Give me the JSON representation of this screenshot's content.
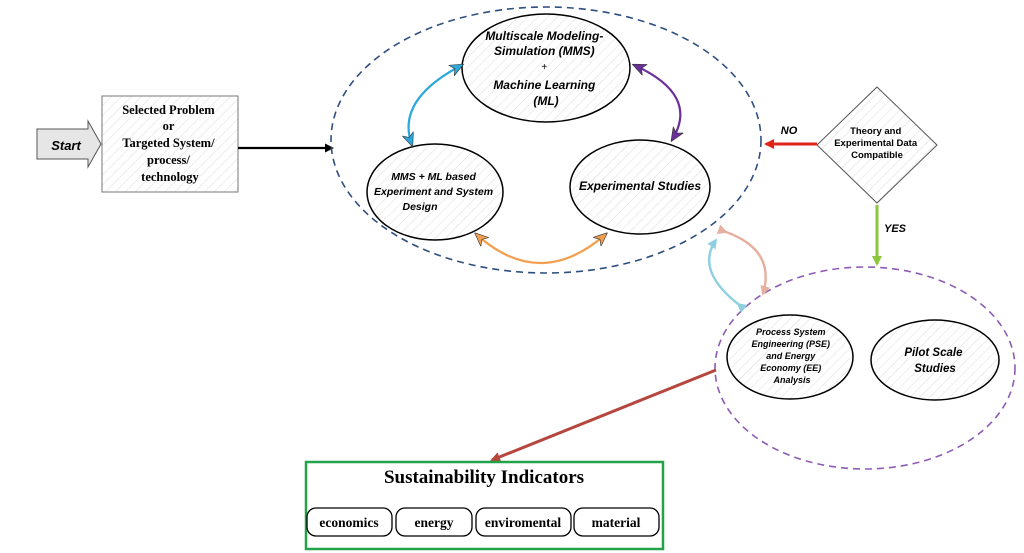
{
  "start": {
    "label": "Start"
  },
  "problem_box": {
    "lines": [
      "Selected Problem",
      "or",
      "Targeted System/",
      "process/",
      "technology"
    ]
  },
  "mms_node": {
    "lines": [
      "Multiscale Modeling-",
      "Simulation (MMS)",
      "+",
      "Machine Learning",
      "(ML)"
    ]
  },
  "design_node": {
    "lines": [
      "MMS + ML based",
      "Experiment and System",
      "Design"
    ]
  },
  "experimental_node": {
    "label": "Experimental Studies"
  },
  "decision": {
    "lines": [
      "Theory and",
      "Experimental Data",
      "Compatible"
    ],
    "no_label": "NO",
    "yes_label": "YES"
  },
  "pse_node": {
    "lines": [
      "Process System",
      "Engineering (PSE)",
      "and Energy",
      "Economy (EE)",
      "Analysis"
    ]
  },
  "pilot_node": {
    "lines": [
      "Pilot Scale",
      "Studies"
    ]
  },
  "sustainability": {
    "title": "Sustainability Indicators",
    "indicators": [
      "economics",
      "energy",
      "enviromental",
      "material"
    ]
  },
  "colors": {
    "dashed_navy": "#2f4f7f",
    "dashed_purple": "#8e5bb5",
    "green_border": "#22a34a",
    "arrow_blue": "#2ea7dc",
    "arrow_purple": "#6b2f9a",
    "arrow_orange": "#f0a050",
    "arrow_red": "#e0241c",
    "arrow_green": "#8cc63f",
    "arrow_brown": "#b5473f",
    "arrow_lightblue": "#8fcfe0",
    "arrow_pink": "#e6b0a0"
  }
}
